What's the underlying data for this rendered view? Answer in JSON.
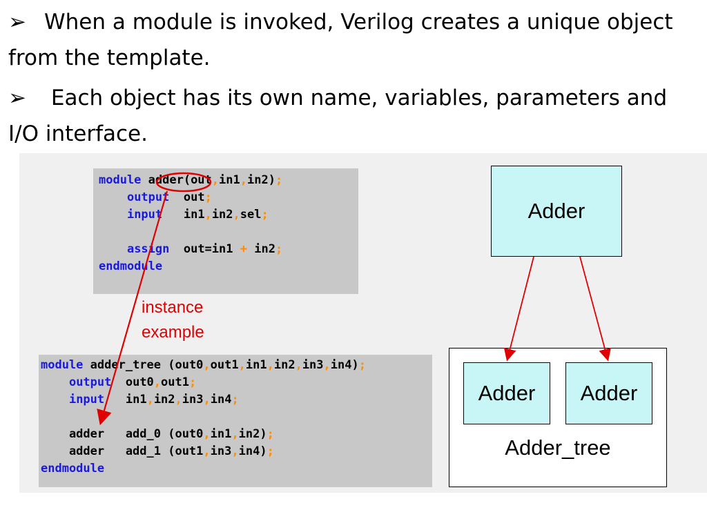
{
  "bullets": [
    {
      "glyph": "➢",
      "text": "When a module is invoked, Verilog creates a unique object from the template."
    },
    {
      "glyph": "➢",
      "text": " Each object has its own name, variables, parameters and I/O interface."
    }
  ],
  "code_adder": [
    [
      [
        "kw",
        "module"
      ],
      [
        "t",
        " adder(out"
      ],
      [
        "pn",
        ","
      ],
      [
        "t",
        "in1"
      ],
      [
        "pn",
        ","
      ],
      [
        "t",
        "in2)"
      ],
      [
        "pn",
        ";"
      ]
    ],
    [
      [
        "t",
        "    "
      ],
      [
        "kw",
        "output"
      ],
      [
        "t",
        "  out"
      ],
      [
        "pn",
        ";"
      ]
    ],
    [
      [
        "t",
        "    "
      ],
      [
        "kw",
        "input"
      ],
      [
        "t",
        "   in1"
      ],
      [
        "pn",
        ","
      ],
      [
        "t",
        "in2"
      ],
      [
        "pn",
        ","
      ],
      [
        "t",
        "sel"
      ],
      [
        "pn",
        ";"
      ]
    ],
    [
      [
        "t",
        ""
      ]
    ],
    [
      [
        "t",
        "    "
      ],
      [
        "kw",
        "assign"
      ],
      [
        "t",
        "  out=in1 "
      ],
      [
        "pn",
        "+"
      ],
      [
        "t",
        " in2"
      ],
      [
        "pn",
        ";"
      ]
    ],
    [
      [
        "kw",
        "endmodule"
      ]
    ]
  ],
  "code_tree": [
    [
      [
        "kw",
        "module"
      ],
      [
        "t",
        " adder_tree (out0"
      ],
      [
        "pn",
        ","
      ],
      [
        "t",
        "out1"
      ],
      [
        "pn",
        ","
      ],
      [
        "t",
        "in1"
      ],
      [
        "pn",
        ","
      ],
      [
        "t",
        "in2"
      ],
      [
        "pn",
        ","
      ],
      [
        "t",
        "in3"
      ],
      [
        "pn",
        ","
      ],
      [
        "t",
        "in4)"
      ],
      [
        "pn",
        ";"
      ]
    ],
    [
      [
        "t",
        "    "
      ],
      [
        "kw",
        "output"
      ],
      [
        "t",
        "  out0"
      ],
      [
        "pn",
        ","
      ],
      [
        "t",
        "out1"
      ],
      [
        "pn",
        ";"
      ]
    ],
    [
      [
        "t",
        "    "
      ],
      [
        "kw",
        "input"
      ],
      [
        "t",
        "   in1"
      ],
      [
        "pn",
        ","
      ],
      [
        "t",
        "in2"
      ],
      [
        "pn",
        ","
      ],
      [
        "t",
        "in3"
      ],
      [
        "pn",
        ","
      ],
      [
        "t",
        "in4"
      ],
      [
        "pn",
        ";"
      ]
    ],
    [
      [
        "t",
        ""
      ]
    ],
    [
      [
        "t",
        "    adder   add_0 (out0"
      ],
      [
        "pn",
        ","
      ],
      [
        "t",
        "in1"
      ],
      [
        "pn",
        ","
      ],
      [
        "t",
        "in2)"
      ],
      [
        "pn",
        ";"
      ]
    ],
    [
      [
        "t",
        "    adder   add_1 (out1"
      ],
      [
        "pn",
        ","
      ],
      [
        "t",
        "in3"
      ],
      [
        "pn",
        ","
      ],
      [
        "t",
        "in4)"
      ],
      [
        "pn",
        ";"
      ]
    ],
    [
      [
        "kw",
        "endmodule"
      ]
    ]
  ],
  "instance_label": [
    "instance",
    "example"
  ],
  "diagram": {
    "top_box": "Adder",
    "child_left": "Adder",
    "child_right": "Adder",
    "container_label": "Adder_tree"
  },
  "colors": {
    "keyword": "#1a1adc",
    "punctuation": "#ff8c00",
    "annotation": "#e00000",
    "box_fill": "#c8f5f5",
    "code_bg": "#c8c8c8"
  }
}
